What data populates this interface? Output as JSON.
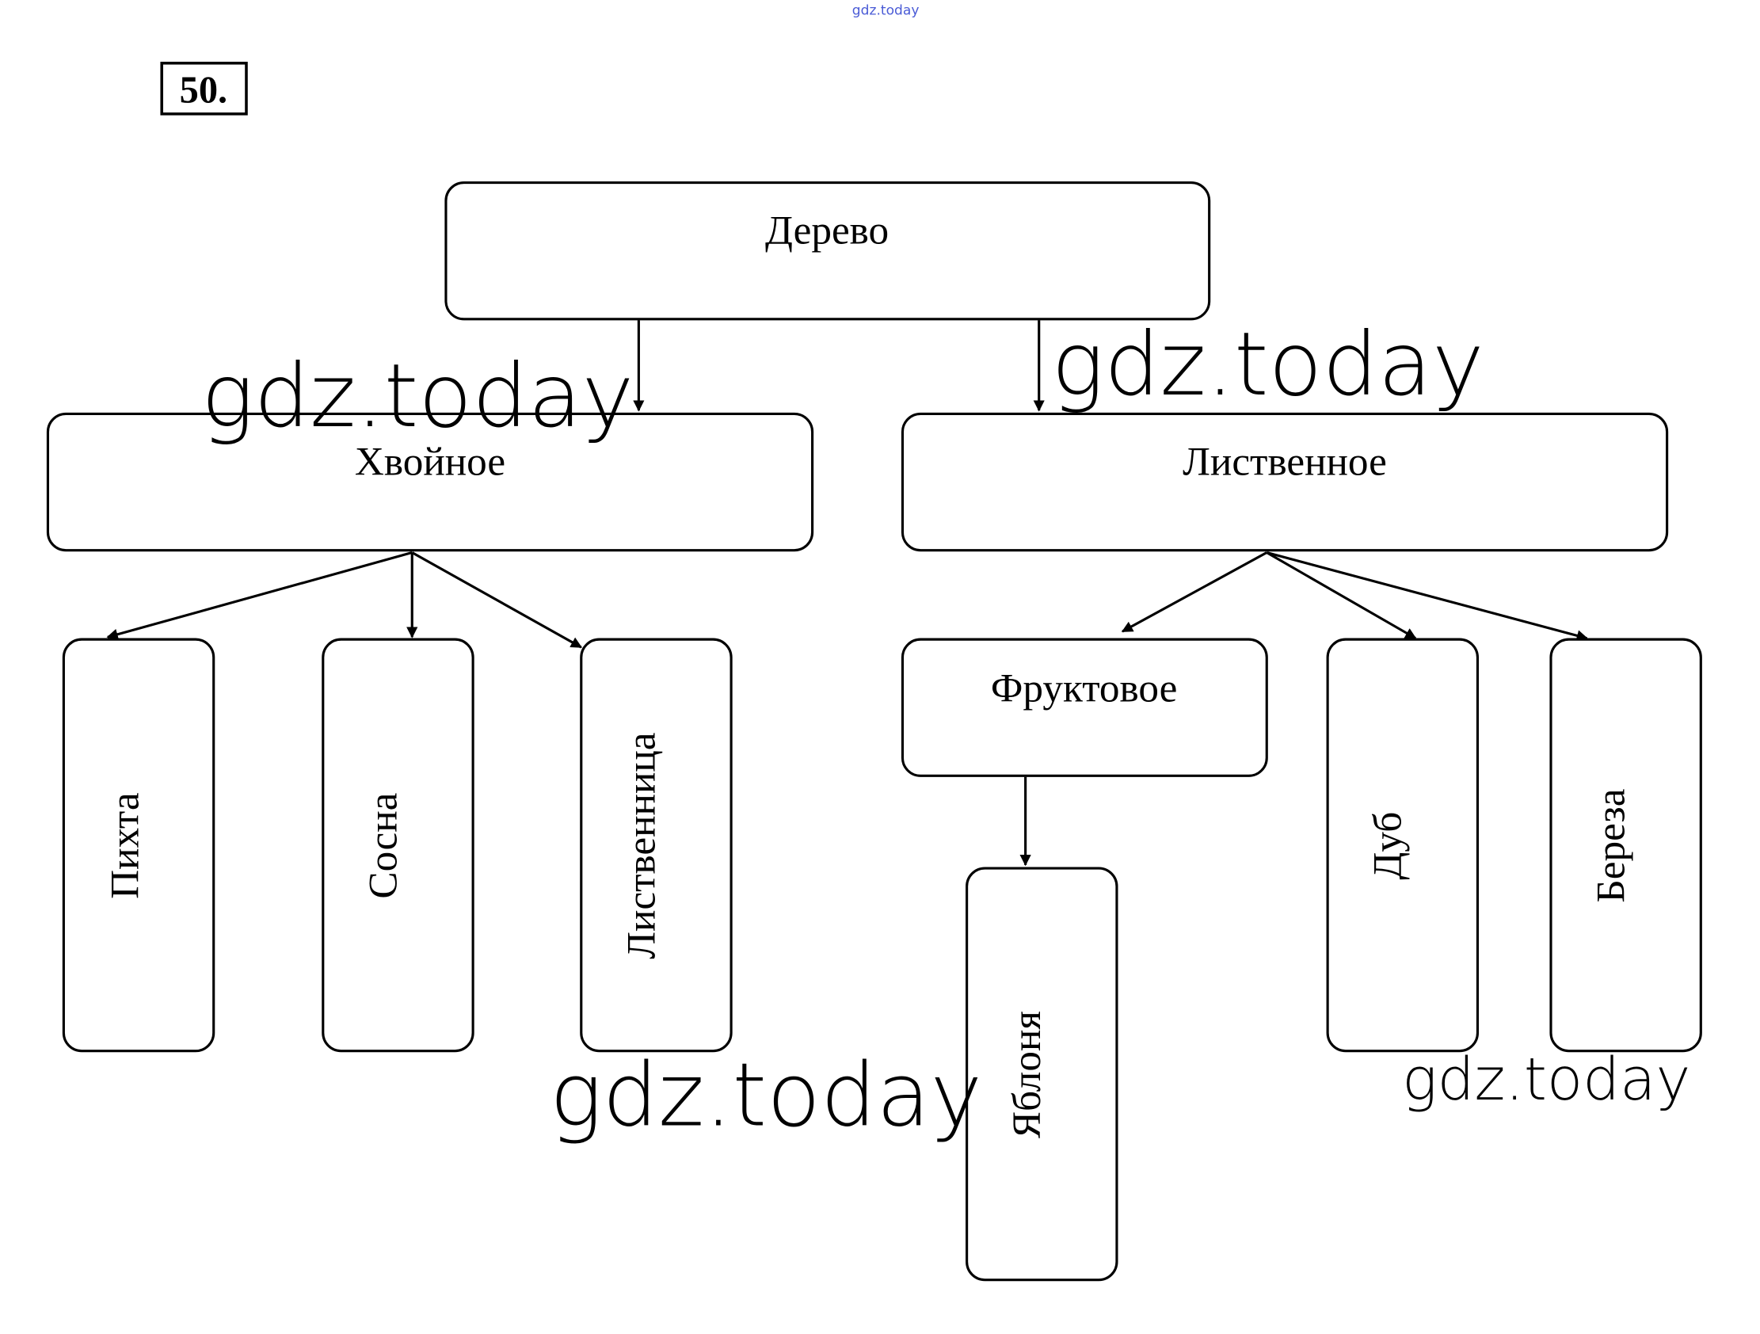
{
  "header": {
    "watermark_top": "gdz.today",
    "exercise_number": "50."
  },
  "tree": {
    "root": "Дерево",
    "coniferous": {
      "label": "Хвойное",
      "children": [
        "Пихта",
        "Сосна",
        "Лиственница"
      ]
    },
    "deciduous": {
      "label": "Лиственное",
      "fruit": {
        "label": "Фруктовое",
        "children": [
          "Яблоня"
        ]
      },
      "children": [
        "Дуб",
        "Береза"
      ]
    }
  },
  "watermarks": [
    "gdz.today",
    "gdz.today",
    "gdz.today",
    "gdz.today"
  ],
  "colors": {
    "watermark_top": "#4a5bd6",
    "stroke": "#000000"
  }
}
